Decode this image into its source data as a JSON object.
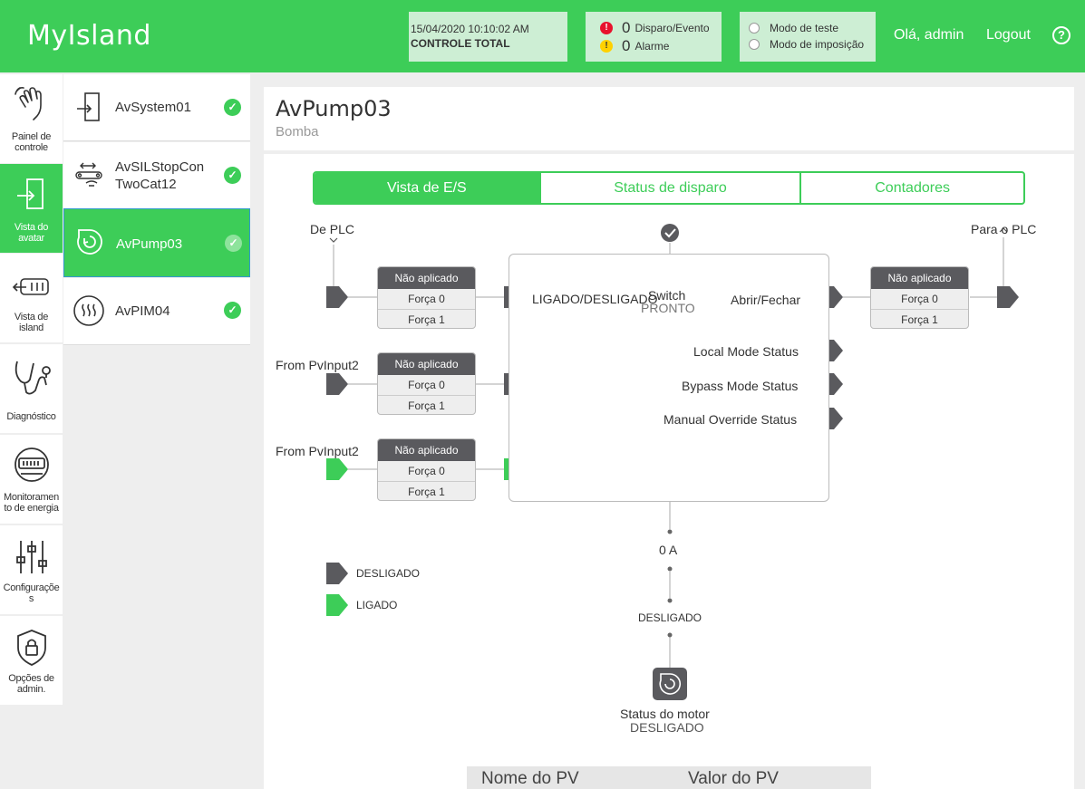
{
  "header": {
    "app_title": "MyIsland",
    "datetime": "15/04/2020 10:10:02 AM",
    "control_mode": "CONTROLE TOTAL",
    "events": [
      {
        "count": "0",
        "label": "Disparo/Evento",
        "color": "#e8112d",
        "icon": "error-icon"
      },
      {
        "count": "0",
        "label": "Alarme",
        "color": "#ffd100",
        "icon": "warning-icon"
      }
    ],
    "modes": [
      {
        "label": "Modo de teste"
      },
      {
        "label": "Modo de imposição"
      }
    ],
    "greeting": "Olá, admin",
    "logout": "Logout",
    "help_icon": "help-icon"
  },
  "nav": [
    {
      "label_lines": [
        "Painel de",
        "controle"
      ],
      "icon": "touch-hand-icon",
      "active": false
    },
    {
      "label_lines": [
        "Vista do",
        "avatar"
      ],
      "icon": "avatar-door-icon",
      "active": true
    },
    {
      "label_lines": [
        "Vista de",
        "island"
      ],
      "icon": "island-icon",
      "active": false
    },
    {
      "label_lines": [
        "Diagnóstico"
      ],
      "icon": "stethoscope-icon",
      "active": false
    },
    {
      "label_lines": [
        "Monitoramen",
        "to de energia"
      ],
      "icon": "energy-meter-icon",
      "active": false
    },
    {
      "label_lines": [
        "Configuraçõe",
        "s"
      ],
      "icon": "sliders-icon",
      "active": false
    },
    {
      "label_lines": [
        "Opções de",
        "admin."
      ],
      "icon": "shield-lock-icon",
      "active": false
    }
  ],
  "devices": [
    {
      "name_lines": [
        "AvSystem01"
      ],
      "icon": "system-door-icon",
      "active": false
    },
    {
      "name_lines": [
        "AvSILStopCon",
        "TwoCat12"
      ],
      "icon": "conveyor-icon",
      "active": false
    },
    {
      "name_lines": [
        "AvPump03"
      ],
      "icon": "pump-icon",
      "active": true
    },
    {
      "name_lines": [
        "AvPIM04"
      ],
      "icon": "heater-icon",
      "active": false
    }
  ],
  "page": {
    "title": "AvPump03",
    "subtitle": "Bomba"
  },
  "tabs": [
    {
      "label": "Vista de E/S",
      "active": true
    },
    {
      "label": "Status de disparo",
      "active": false
    },
    {
      "label": "Contadores",
      "active": false
    }
  ],
  "diagram": {
    "from_plc": "De PLC",
    "to_plc": "Para o PLC",
    "input_labels": [
      "From PvInput2",
      "From PvInput2"
    ],
    "force_boxes": [
      {
        "header": "Não aplicado",
        "rows": [
          "Força 0",
          "Força 1"
        ]
      },
      {
        "header": "Não aplicado",
        "rows": [
          "Força 0",
          "Força 1"
        ]
      },
      {
        "header": "Não aplicado",
        "rows": [
          "Força 0",
          "Força 1"
        ]
      },
      {
        "header": "Não aplicado",
        "rows": [
          "Força 0",
          "Força 1"
        ]
      }
    ],
    "block_input": "LIGADO/DESLIGADO",
    "block_switch": "Switch",
    "block_ready": "PRONTO",
    "outputs": [
      "Abrir/Fechar",
      "Local Mode Status",
      "Bypass Mode Status",
      "Manual Override Status"
    ],
    "current": "0 A",
    "motor_state_label": "DESLIGADO",
    "motor_status_title": "Status do motor",
    "motor_status_value": "DESLIGADO",
    "legend": [
      {
        "label": "DESLIGADO",
        "color": "#5a5a5e"
      },
      {
        "label": "LIGADO",
        "color": "#3dcd58"
      }
    ]
  },
  "pv_table": {
    "headers": [
      "Nome do PV",
      "Valor do PV"
    ]
  },
  "colors": {
    "brand_green": "#3dcd58",
    "dark_gray": "#5a5a5e"
  }
}
